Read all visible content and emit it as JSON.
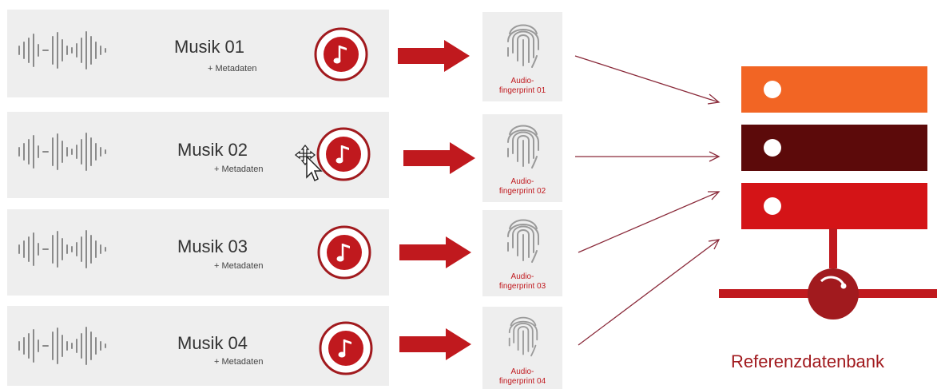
{
  "rows": [
    {
      "title": "Musik 01",
      "meta": "+ Metadaten",
      "fingerprint_line1": "Audio-",
      "fingerprint_line2": "fingerprint 01"
    },
    {
      "title": "Musik 02",
      "meta": "+ Metadaten",
      "fingerprint_line1": "Audio-",
      "fingerprint_line2": "fingerprint 02"
    },
    {
      "title": "Musik 03",
      "meta": "+ Metadaten",
      "fingerprint_line1": "Audio-",
      "fingerprint_line2": "fingerprint 03"
    },
    {
      "title": "Musik 04",
      "meta": "+ Metadaten",
      "fingerprint_line1": "Audio-",
      "fingerprint_line2": "fingerprint 04"
    }
  ],
  "database": {
    "caption": "Referenzdatenbank",
    "block_colors": [
      "#f26524",
      "#5c0a0a",
      "#d41417"
    ],
    "accent": "#c0191e"
  }
}
